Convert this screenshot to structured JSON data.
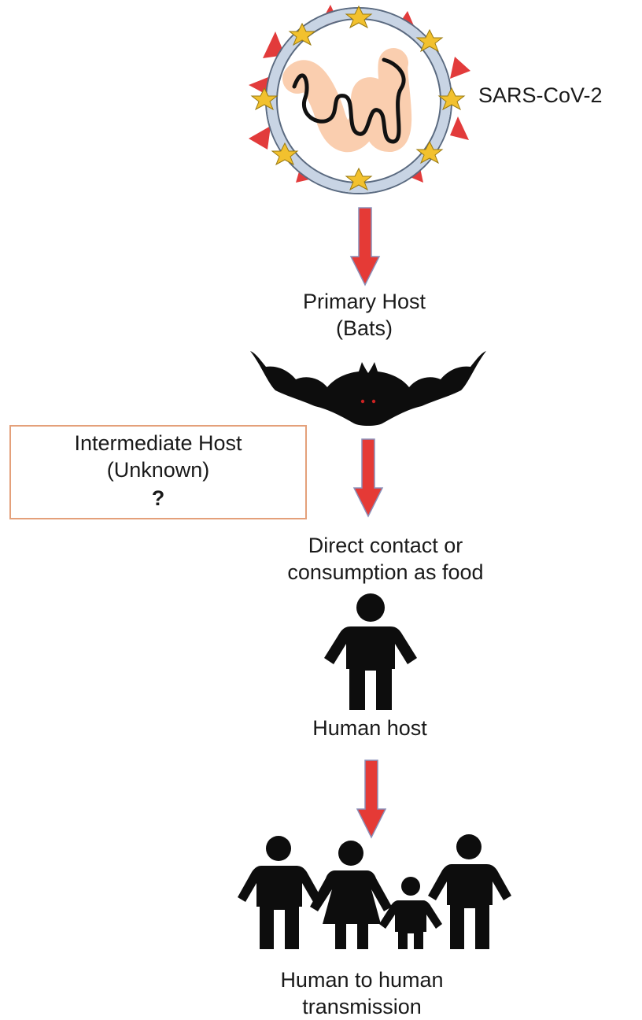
{
  "virus": {
    "label": "SARS-CoV-2",
    "icon": "virus-icon",
    "colors": {
      "spike": "#e23b3b",
      "envelope": "#c8d4e4",
      "protein": "#f2c12e",
      "rna": "#111111",
      "rna_glow": "#f5a56e"
    }
  },
  "primary_host": {
    "line1": "Primary Host",
    "line2": "(Bats)",
    "icon": "bat-icon"
  },
  "intermediate_host": {
    "line1": "Intermediate Host",
    "line2": "(Unknown)",
    "mark": "?",
    "border_color": "#e4a07a"
  },
  "transmission_route": {
    "line1": "Direct contact or",
    "line2": "consumption as food"
  },
  "human_host": {
    "label": "Human host",
    "icon": "person-icon"
  },
  "human_to_human": {
    "line1": "Human to human",
    "line2": "transmission",
    "icon": "family-icon"
  },
  "arrows": {
    "color": "#e53a36",
    "outline": "#8a8fb8"
  }
}
